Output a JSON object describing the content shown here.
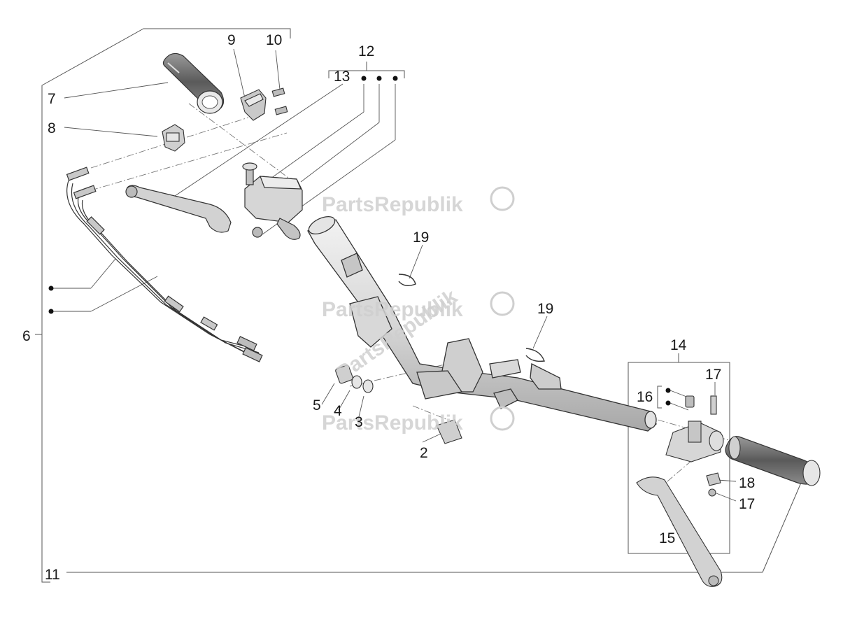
{
  "diagram": {
    "watermark_text": "PartsRepublik",
    "callouts": [
      {
        "id": "c2",
        "label": "2"
      },
      {
        "id": "c3",
        "label": "3"
      },
      {
        "id": "c4",
        "label": "4"
      },
      {
        "id": "c5",
        "label": "5"
      },
      {
        "id": "c6",
        "label": "6"
      },
      {
        "id": "c7",
        "label": "7"
      },
      {
        "id": "c8",
        "label": "8"
      },
      {
        "id": "c9",
        "label": "9"
      },
      {
        "id": "c10",
        "label": "10"
      },
      {
        "id": "c11",
        "label": "11"
      },
      {
        "id": "c12",
        "label": "12"
      },
      {
        "id": "c13",
        "label": "13"
      },
      {
        "id": "c14",
        "label": "14"
      },
      {
        "id": "c15",
        "label": "15"
      },
      {
        "id": "c16",
        "label": "16"
      },
      {
        "id": "c17a",
        "label": "17"
      },
      {
        "id": "c17b",
        "label": "17"
      },
      {
        "id": "c18",
        "label": "18"
      },
      {
        "id": "c19a",
        "label": "19"
      },
      {
        "id": "c19b",
        "label": "19"
      }
    ]
  }
}
